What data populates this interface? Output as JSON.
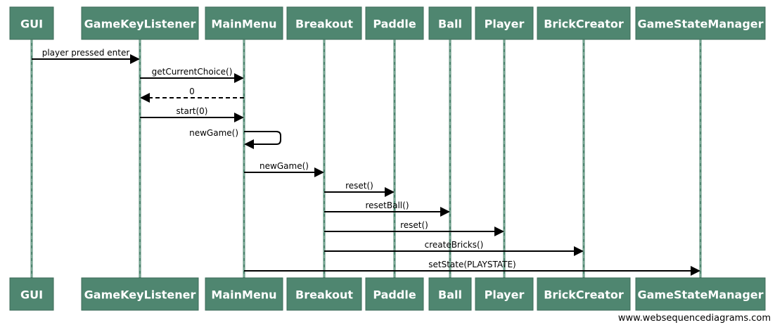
{
  "participants": [
    {
      "id": "gui",
      "label": "GUI"
    },
    {
      "id": "gamekeylistener",
      "label": "GameKeyListener"
    },
    {
      "id": "mainmenu",
      "label": "MainMenu"
    },
    {
      "id": "breakout",
      "label": "Breakout"
    },
    {
      "id": "paddle",
      "label": "Paddle"
    },
    {
      "id": "ball",
      "label": "Ball"
    },
    {
      "id": "player",
      "label": "Player"
    },
    {
      "id": "brickcreator",
      "label": "BrickCreator"
    },
    {
      "id": "gamestatemanager",
      "label": "GameStateManager"
    }
  ],
  "messages": [
    {
      "from": "gui",
      "to": "gamekeylistener",
      "label": "player pressed enter",
      "style": "solid"
    },
    {
      "from": "gamekeylistener",
      "to": "mainmenu",
      "label": "getCurrentChoice()",
      "style": "solid"
    },
    {
      "from": "mainmenu",
      "to": "gamekeylistener",
      "label": "0",
      "style": "dashed"
    },
    {
      "from": "gamekeylistener",
      "to": "mainmenu",
      "label": "start(0)",
      "style": "solid"
    },
    {
      "from": "mainmenu",
      "to": "mainmenu",
      "label": "newGame()",
      "style": "solid"
    },
    {
      "from": "mainmenu",
      "to": "breakout",
      "label": "newGame()",
      "style": "solid"
    },
    {
      "from": "breakout",
      "to": "paddle",
      "label": "reset()",
      "style": "solid"
    },
    {
      "from": "breakout",
      "to": "ball",
      "label": "resetBall()",
      "style": "solid"
    },
    {
      "from": "breakout",
      "to": "player",
      "label": "reset()",
      "style": "solid"
    },
    {
      "from": "breakout",
      "to": "brickcreator",
      "label": "createBricks()",
      "style": "solid"
    },
    {
      "from": "mainmenu",
      "to": "gamestatemanager",
      "label": "setState(PLAYSTATE)",
      "style": "solid"
    }
  ],
  "watermark": "www.websequencediagrams.com",
  "colors": {
    "actor_fill": "#4f8670",
    "actor_text": "#ffffff",
    "arrow": "#000000"
  }
}
